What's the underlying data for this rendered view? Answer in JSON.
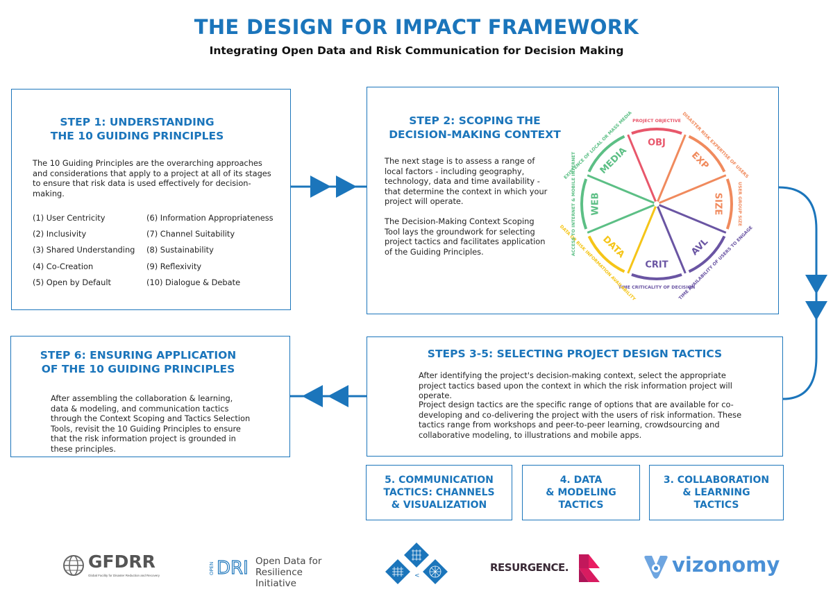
{
  "header": {
    "title": "THE DESIGN FOR IMPACT FRAMEWORK",
    "subtitle": "Integrating Open Data and Risk Communication for Decision Making"
  },
  "step1": {
    "title_line1": "STEP 1: UNDERSTANDING",
    "title_line2": "THE 10 GUIDING PRINCIPLES",
    "description": "The 10 Guiding Principles are the overarching approaches and considerations that apply to a project at all of its stages to ensure that risk data is used effectively for decision-making.",
    "principles_col1": [
      "(1) User Centricity",
      "(2) Inclusivity",
      "(3) Shared Understanding",
      "(4) Co-Creation",
      "(5) Open by Default"
    ],
    "principles_col2": [
      "(6) Information Appropriateness",
      "(7) Channel Suitability",
      "(8) Sustainability",
      "(9) Reflexivity",
      "(10) Dialogue & Debate"
    ]
  },
  "step2": {
    "title_line1": "STEP 2: SCOPING THE",
    "title_line2": "DECISION-MAKING CONTEXT",
    "para1": "The next stage is to assess a range of local factors - including geography, technology, data and time availability - that determine the context in which your project will operate.",
    "para2": "The Decision-Making Context Scoping Tool lays the groundwork for selecting project tactics and facilitates application of the Guiding Principles.",
    "wheel": {
      "segments": [
        {
          "code": "OBJ",
          "label": "PROJECT OBJECTIVE",
          "color": "#e8576b"
        },
        {
          "code": "EXP",
          "label": "DISASTER RISK EXPERTISE OF USERS",
          "color": "#f08a5d"
        },
        {
          "code": "SIZE",
          "label": "USER GROUP SIZE",
          "color": "#f08a5d"
        },
        {
          "code": "AVL",
          "label": "TIME AVAILABILITY OF USERS TO ENGAGE",
          "color": "#6a55a3"
        },
        {
          "code": "CRIT",
          "label": "TIME CRITICALITY OF DECISION",
          "color": "#6a55a3"
        },
        {
          "code": "DATA",
          "label": "DATA OR RISK INFORMATION AVAILABILITY",
          "color": "#f5c518"
        },
        {
          "code": "WEB",
          "label": "ACCESS TO INTERNET & MOBILE INTERNET",
          "color": "#5cbf85"
        },
        {
          "code": "MEDIA",
          "label": "EXISTENCE OF LOCAL OR MASS MEDIA",
          "color": "#5cbf85"
        }
      ]
    }
  },
  "step35": {
    "title": "STEPS 3-5: SELECTING PROJECT DESIGN TACTICS",
    "para1": "After identifying the project's decision-making context, select the appropriate project tactics based upon the context in which the risk information project will operate.",
    "para2": "Project design tactics are the specific range of options that are available for co-developing and co-delivering the project with the users of risk information. These tactics range from workshops and peer-to-peer learning, crowdsourcing and collaborative modeling, to illustrations and mobile apps."
  },
  "step6": {
    "title_line1": "STEP 6: ENSURING APPLICATION",
    "title_line2": "OF THE 10 GUIDING PRINCIPLES",
    "description": "After assembling the collaboration & learning, data & modeling, and communication tactics through the Context Scoping and Tactics Selection Tools, revisit the 10 Guiding Principles to ensure that the risk information project is grounded in these principles."
  },
  "tactics": {
    "t5": [
      "5. COMMUNICATION",
      "TACTICS: CHANNELS",
      "& VISUALIZATION"
    ],
    "t4": [
      "4. DATA",
      "& MODELING",
      "TACTICS"
    ],
    "t3": [
      "3. COLLABORATION",
      "& LEARNING",
      "TACTICS"
    ]
  },
  "logos": {
    "gfdrr": "GFDRR",
    "gfdrr_sub": "Global Facility for Disaster Reduction and Recovery",
    "odri_mark": "DRI",
    "odri_prefix": "OPEN",
    "odri_line1": "Open Data for",
    "odri_line2": "Resilience Initiative",
    "resurgence": "RESURGENCE.",
    "vizonomy": "vizonomy"
  },
  "colors": {
    "accent": "#1b75bb",
    "obj": "#e8576b",
    "exp_size": "#f08a5d",
    "avl_crit": "#6a55a3",
    "data": "#f5c518",
    "web_media": "#5cbf85"
  }
}
